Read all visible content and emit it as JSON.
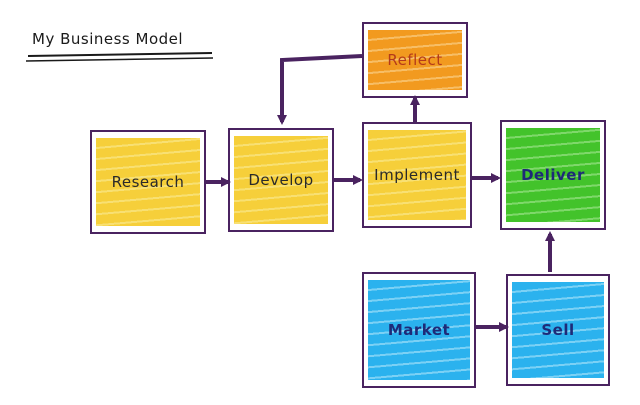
{
  "title": "My Business Model",
  "nodes": {
    "research": {
      "label": "Research"
    },
    "develop": {
      "label": "Develop"
    },
    "implement": {
      "label": "Implement"
    },
    "reflect": {
      "label": "Reflect"
    },
    "deliver": {
      "label": "Deliver"
    },
    "market": {
      "label": "Market"
    },
    "sell": {
      "label": "Sell"
    }
  },
  "colors": {
    "stroke": "#4a2360",
    "yellow": "#f6cf3a",
    "orange": "#f29a1f",
    "green": "#43c32b",
    "blue": "#2bb2ee"
  },
  "edges": [
    {
      "from": "research",
      "to": "develop"
    },
    {
      "from": "develop",
      "to": "implement"
    },
    {
      "from": "implement",
      "to": "reflect"
    },
    {
      "from": "reflect",
      "to": "develop"
    },
    {
      "from": "implement",
      "to": "deliver"
    },
    {
      "from": "market",
      "to": "sell"
    },
    {
      "from": "sell",
      "to": "deliver"
    }
  ]
}
